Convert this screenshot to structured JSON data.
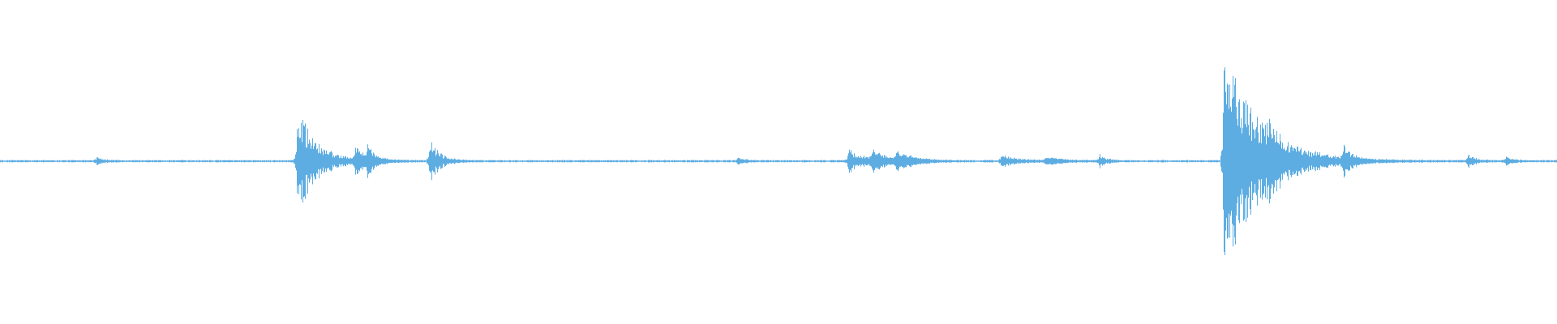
{
  "waveform": {
    "color": "#5dade2",
    "background": "#ffffff",
    "baseline_amplitude": 0.01,
    "events": [
      {
        "name": "blip-1",
        "time": 0.062,
        "amplitude": 0.03,
        "decay": 0.004
      },
      {
        "name": "impulse-1",
        "time": 0.191,
        "amplitude": 0.46,
        "decay": 0.012
      },
      {
        "name": "ring-1",
        "time": 0.228,
        "amplitude": 0.1,
        "decay": 0.008
      },
      {
        "name": "impulse-2",
        "time": 0.236,
        "amplitude": 0.11,
        "decay": 0.004
      },
      {
        "name": "impulse-3",
        "time": 0.276,
        "amplitude": 0.19,
        "decay": 0.006
      },
      {
        "name": "blip-2",
        "time": 0.474,
        "amplitude": 0.03,
        "decay": 0.004
      },
      {
        "name": "burst-1",
        "time": 0.545,
        "amplitude": 0.1,
        "decay": 0.01
      },
      {
        "name": "burst-2",
        "time": 0.56,
        "amplitude": 0.09,
        "decay": 0.01
      },
      {
        "name": "burst-3",
        "time": 0.576,
        "amplitude": 0.08,
        "decay": 0.01
      },
      {
        "name": "murmur-1",
        "time": 0.643,
        "amplitude": 0.05,
        "decay": 0.01
      },
      {
        "name": "murmur-2",
        "time": 0.672,
        "amplitude": 0.04,
        "decay": 0.008
      },
      {
        "name": "murmur-3",
        "time": 0.706,
        "amplitude": 0.06,
        "decay": 0.004
      },
      {
        "name": "main-burst",
        "time": 0.786,
        "amplitude": 0.95,
        "decay": 0.022
      },
      {
        "name": "tail-1",
        "time": 0.814,
        "amplitude": 0.18,
        "decay": 0.006
      },
      {
        "name": "tail-2",
        "time": 0.845,
        "amplitude": 0.03,
        "decay": 0.004
      },
      {
        "name": "impulse-4",
        "time": 0.863,
        "amplitude": 0.12,
        "decay": 0.005
      },
      {
        "name": "blip-3",
        "time": 0.943,
        "amplitude": 0.06,
        "decay": 0.004
      },
      {
        "name": "blip-4",
        "time": 0.967,
        "amplitude": 0.03,
        "decay": 0.004
      }
    ]
  }
}
